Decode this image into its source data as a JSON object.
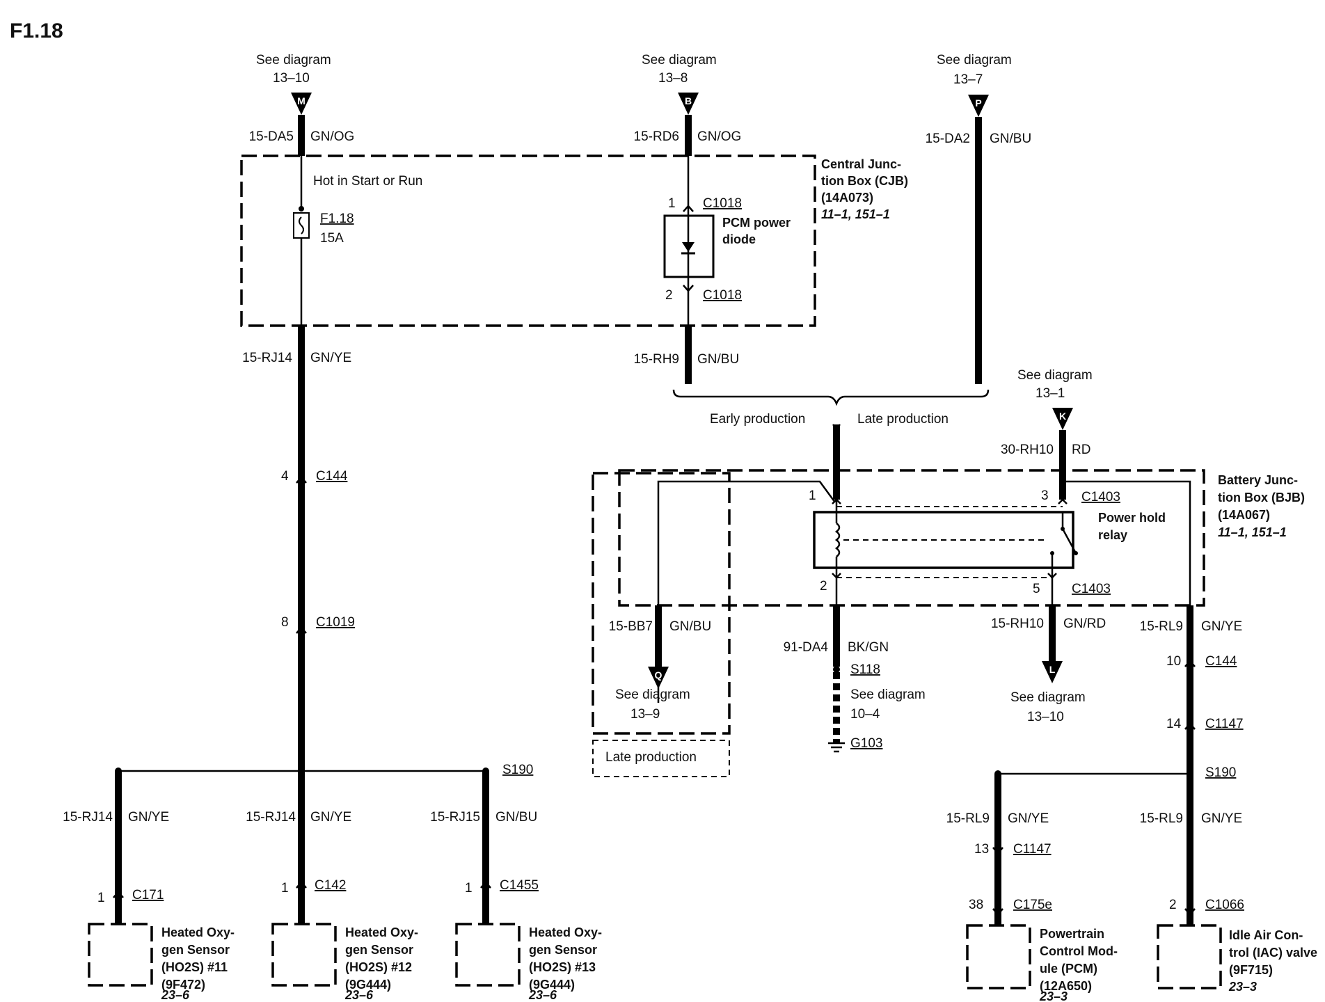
{
  "page_title": "F1.18",
  "see_diagram_text": "See diagram",
  "top_refs": {
    "m": {
      "letter": "M",
      "ref": "13–10",
      "circuit": "15-DA5",
      "color": "GN/OG"
    },
    "b": {
      "letter": "B",
      "ref": "13–8",
      "circuit": "15-RD6",
      "color": "GN/OG"
    },
    "p": {
      "letter": "P",
      "ref": "13–7",
      "circuit": "15-DA2",
      "color": "GN/BU"
    },
    "k": {
      "letter": "K",
      "ref": "13–1",
      "circuit": "30-RH10",
      "color": "RD"
    }
  },
  "cjb": {
    "title_lines": [
      "Central Junc-",
      "tion Box (CJB)",
      "(14A073)"
    ],
    "pages": "11–1, 151–1",
    "hot_text": "Hot in Start or Run",
    "fuse_name": "F1.18",
    "fuse_rating": "15A",
    "diode_label_lines": [
      "PCM power",
      "diode"
    ],
    "diode_pin_in": "1",
    "diode_pin_out": "2",
    "diode_connector": "C1018"
  },
  "left_trunk": {
    "circuit": "15-RJ14",
    "color": "GN/YE",
    "conn1_pin": "4",
    "conn1": "C144",
    "conn2_pin": "8",
    "conn2": "C1019"
  },
  "middle": {
    "rh9_circuit": "15-RH9",
    "rh9_color": "GN/BU",
    "early": "Early production",
    "late": "Late production"
  },
  "bjb": {
    "title_lines": [
      "Battery Junc-",
      "tion Box (BJB)",
      "(14A067)"
    ],
    "pages": "11–1, 151–1",
    "relay_lines": [
      "Power hold",
      "relay"
    ],
    "pin1": "1",
    "pin2": "2",
    "pin3": "3",
    "pin5": "5",
    "connector": "C1403"
  },
  "bb7": {
    "circuit": "15-BB7",
    "color": "GN/BU",
    "letter": "Q",
    "ref": "13–9",
    "late_box": "Late production"
  },
  "ground": {
    "circuit": "91-DA4",
    "color": "BK/GN",
    "splice": "S118",
    "ref": "10–4",
    "ground": "G103"
  },
  "rh10": {
    "circuit": "15-RH10",
    "color": "GN/RD",
    "letter": "L",
    "ref": "13–10"
  },
  "right_trunk": {
    "circuit": "15-RL9",
    "color": "GN/YE",
    "c1_pin": "10",
    "c1": "C144",
    "c2_pin": "14",
    "c2": "C1147",
    "splice": "S190"
  },
  "s190_left": "S190",
  "sensors": [
    {
      "circuit": "15-RJ14",
      "color": "GN/YE",
      "pin": "1",
      "connector": "C171",
      "lines": [
        "Heated Oxy-",
        "gen Sensor",
        "(HO2S) #11",
        "(9F472)"
      ],
      "page": "23–6"
    },
    {
      "circuit": "15-RJ14",
      "color": "GN/YE",
      "pin": "1",
      "connector": "C142",
      "lines": [
        "Heated Oxy-",
        "gen Sensor",
        "(HO2S) #12",
        "(9G444)"
      ],
      "page": "23–6"
    },
    {
      "circuit": "15-RJ15",
      "color": "GN/BU",
      "pin": "1",
      "connector": "C1455",
      "lines": [
        "Heated Oxy-",
        "gen Sensor",
        "(HO2S) #13",
        "(9G444)"
      ],
      "page": "23–6"
    }
  ],
  "pcm": {
    "circuit": "15-RL9",
    "color": "GN/YE",
    "pin1": "13",
    "conn1": "C1147",
    "pin2": "38",
    "conn2": "C175e",
    "lines": [
      "Powertrain",
      "Control Mod-",
      "ule (PCM)",
      "(12A650)"
    ],
    "page": "23–3"
  },
  "iac": {
    "circuit": "15-RL9",
    "color": "GN/YE",
    "pin": "2",
    "connector": "C1066",
    "lines": [
      "Idle Air Con-",
      "trol (IAC) valve",
      "(9F715)"
    ],
    "page": "23–3"
  }
}
